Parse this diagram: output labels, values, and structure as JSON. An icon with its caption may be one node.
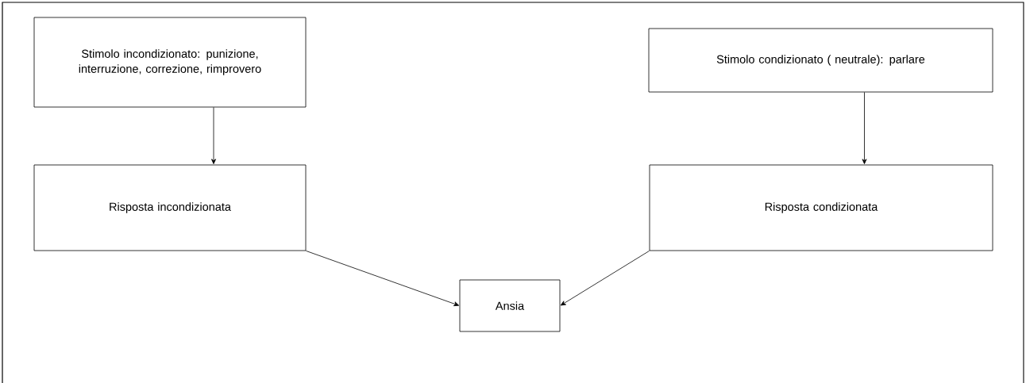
{
  "diagram": {
    "nodes": [
      {
        "text": [
          "Stimolo incondizionato: punizione, interruzione, correzione, rimprovero"
        ]
      },
      {
        "text": [
          "Stimolo condizionato ( neutrale): parlare"
        ]
      },
      {
        "text": [
          "Risposta incondizionata"
        ]
      },
      {
        "text": [
          "Risposta condizionata"
        ]
      },
      {
        "text": [
          "Ansia"
        ]
      }
    ],
    "edges": [
      {
        "from": 0,
        "to": 2,
        "arrow": "to"
      },
      {
        "from": 1,
        "to": 3,
        "arrow": "to"
      },
      {
        "from": 2,
        "to": 4,
        "arrow": "to"
      },
      {
        "from": 3,
        "to": 4,
        "arrow": "to"
      }
    ]
  }
}
